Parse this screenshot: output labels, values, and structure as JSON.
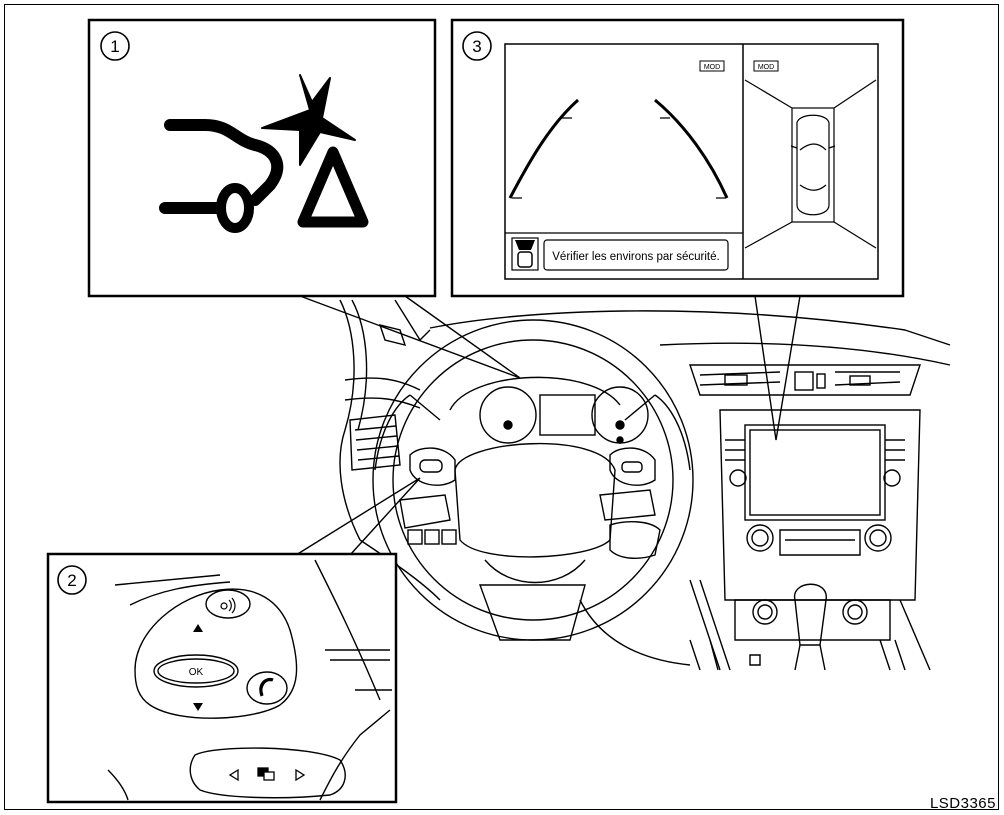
{
  "callouts": {
    "one": "1",
    "two": "2",
    "three": "3"
  },
  "panel3": {
    "mod_left": "MOD",
    "mod_right": "MOD",
    "message": "Vérifier les environs par sécurité."
  },
  "panel2": {
    "ok_label": "OK"
  },
  "figure_code": "LSD3365"
}
